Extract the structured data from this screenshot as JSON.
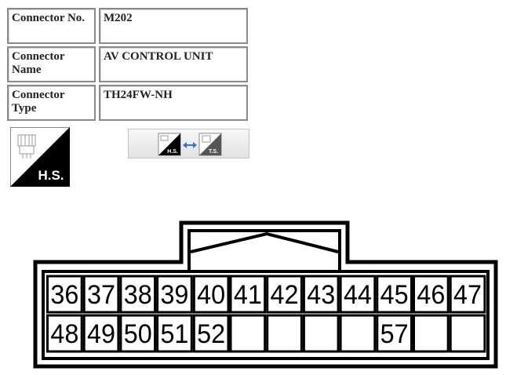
{
  "info": {
    "connector_no_label": "Connector No.",
    "connector_no_value": "M202",
    "connector_name_label": "Connector Name",
    "connector_name_value": "AV CONTROL UNIT",
    "connector_type_label": "Connector Type",
    "connector_type_value": "TH24FW-NH"
  },
  "view_icon": {
    "label": "H.S.",
    "icon": "harness-side-connector-icon"
  },
  "switch_button": {
    "left_label": "H.S.",
    "right_label": "T.S.",
    "icon": "swap-arrow-icon",
    "arrow_color": "#3a6fe0"
  },
  "connector": {
    "top_row": [
      "36",
      "37",
      "38",
      "39",
      "40",
      "41",
      "42",
      "43",
      "44",
      "45",
      "46",
      "47"
    ],
    "bottom_row": [
      "48",
      "49",
      "50",
      "51",
      "52",
      "",
      "",
      "",
      "",
      "57",
      "",
      ""
    ]
  }
}
